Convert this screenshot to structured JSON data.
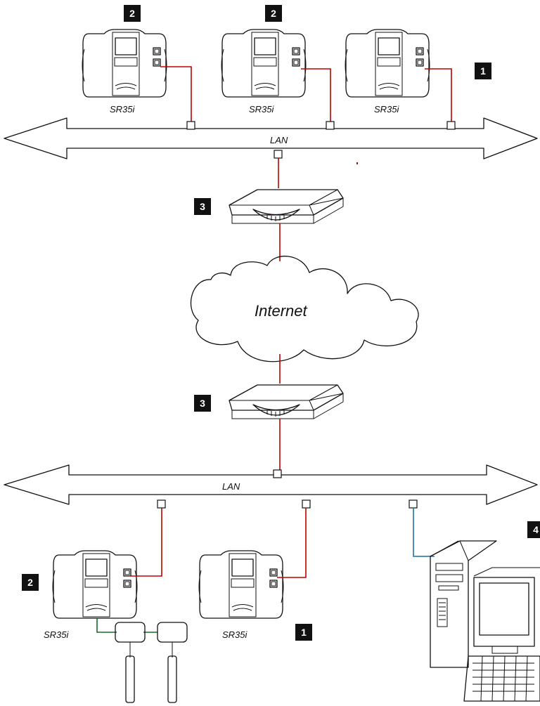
{
  "diagram": {
    "lan_label": "LAN",
    "internet_label": "Internet",
    "device_label": "SR35i",
    "badges": {
      "one": "1",
      "two": "2",
      "three": "3",
      "four": "4"
    },
    "colors": {
      "lan_link": "#c00000",
      "pc_link": "#1f6fa8",
      "sensor_link": "#1a6b2a",
      "badge": "#111111"
    }
  }
}
